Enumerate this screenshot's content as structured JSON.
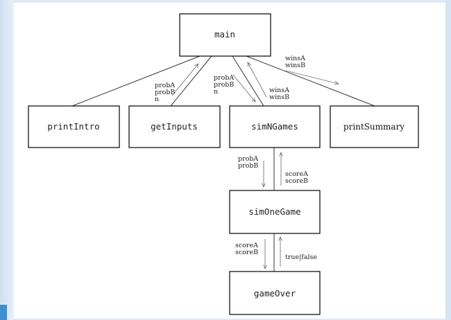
{
  "nodes": {
    "main": "main",
    "printIntro": "printIntro",
    "getInputs": "getInputs",
    "simNGames": "simNGames",
    "printSummary": "printSummary",
    "simOneGame": "simOneGame",
    "gameOver": "gameOver"
  },
  "labels": {
    "getInputs_up": [
      "probA",
      "probB",
      "n"
    ],
    "simNGames_down": [
      "probA",
      "probB",
      "n"
    ],
    "simNGames_up": [
      "winsA",
      "winsB"
    ],
    "printSummary_down": [
      "winsA",
      "winsB"
    ],
    "simOneGame_down": [
      "probA",
      "probB"
    ],
    "simOneGame_up": [
      "scoreA",
      "scoreB"
    ],
    "gameOver_down": [
      "scoreA",
      "scoreB"
    ],
    "gameOver_up": [
      "true|false"
    ]
  }
}
